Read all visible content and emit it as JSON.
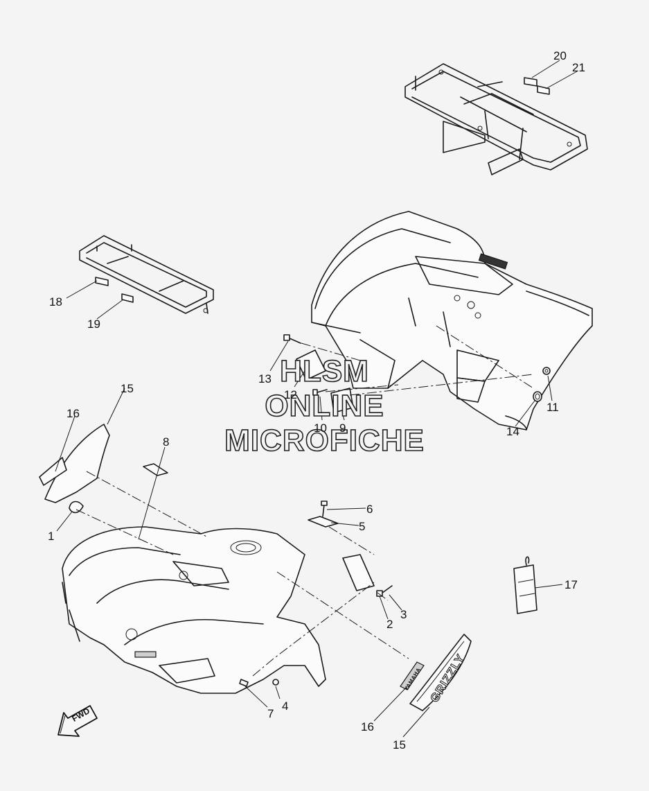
{
  "callouts": {
    "n1": "1",
    "n2": "2",
    "n3": "3",
    "n4": "4",
    "n5": "5",
    "n6": "6",
    "n7": "7",
    "n8": "8",
    "n9": "9",
    "n10": "10",
    "n11": "11",
    "n12": "12",
    "n13": "13",
    "n14": "14",
    "n15a": "15",
    "n15b": "15",
    "n16a": "16",
    "n16b": "16",
    "n17": "17",
    "n18": "18",
    "n19": "19",
    "n20": "20",
    "n21": "21"
  },
  "watermark": {
    "line1": "HLSM",
    "line2": "ONLINE",
    "line3": "MICROFICHE"
  },
  "direction_arrow": {
    "label": "FWD"
  },
  "decal_text": {
    "grizzly": "GRIZZLY",
    "brand": "YAMAHA"
  }
}
